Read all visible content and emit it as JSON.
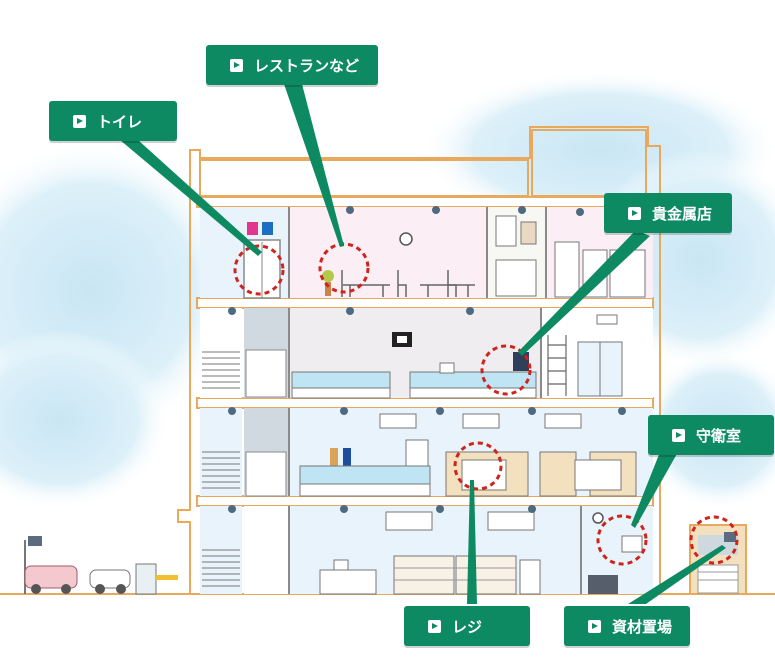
{
  "callouts": {
    "toilet": {
      "label": "トイレ",
      "icon": "arrow-right-icon"
    },
    "restaurant": {
      "label": "レストランなど",
      "icon": "arrow-right-icon"
    },
    "jewelry": {
      "label": "貴金属店",
      "icon": "arrow-right-icon"
    },
    "guard": {
      "label": "守衛室",
      "icon": "arrow-right-icon"
    },
    "register": {
      "label": "レジ",
      "icon": "arrow-right-icon"
    },
    "storage": {
      "label": "資材置場",
      "icon": "arrow-right-icon"
    }
  },
  "colors": {
    "callout_green": "#0e8a63",
    "building_outline": "#e8a95c",
    "marker_red": "#d0231c",
    "floor_blue": "#e8f3fb",
    "restaurant_pink": "#fbeef4",
    "sky": "#d9eef8"
  },
  "icons": [
    "restroom-icon",
    "wall-clock-icon",
    "security-camera-icon",
    "fire-alarm-icon"
  ]
}
